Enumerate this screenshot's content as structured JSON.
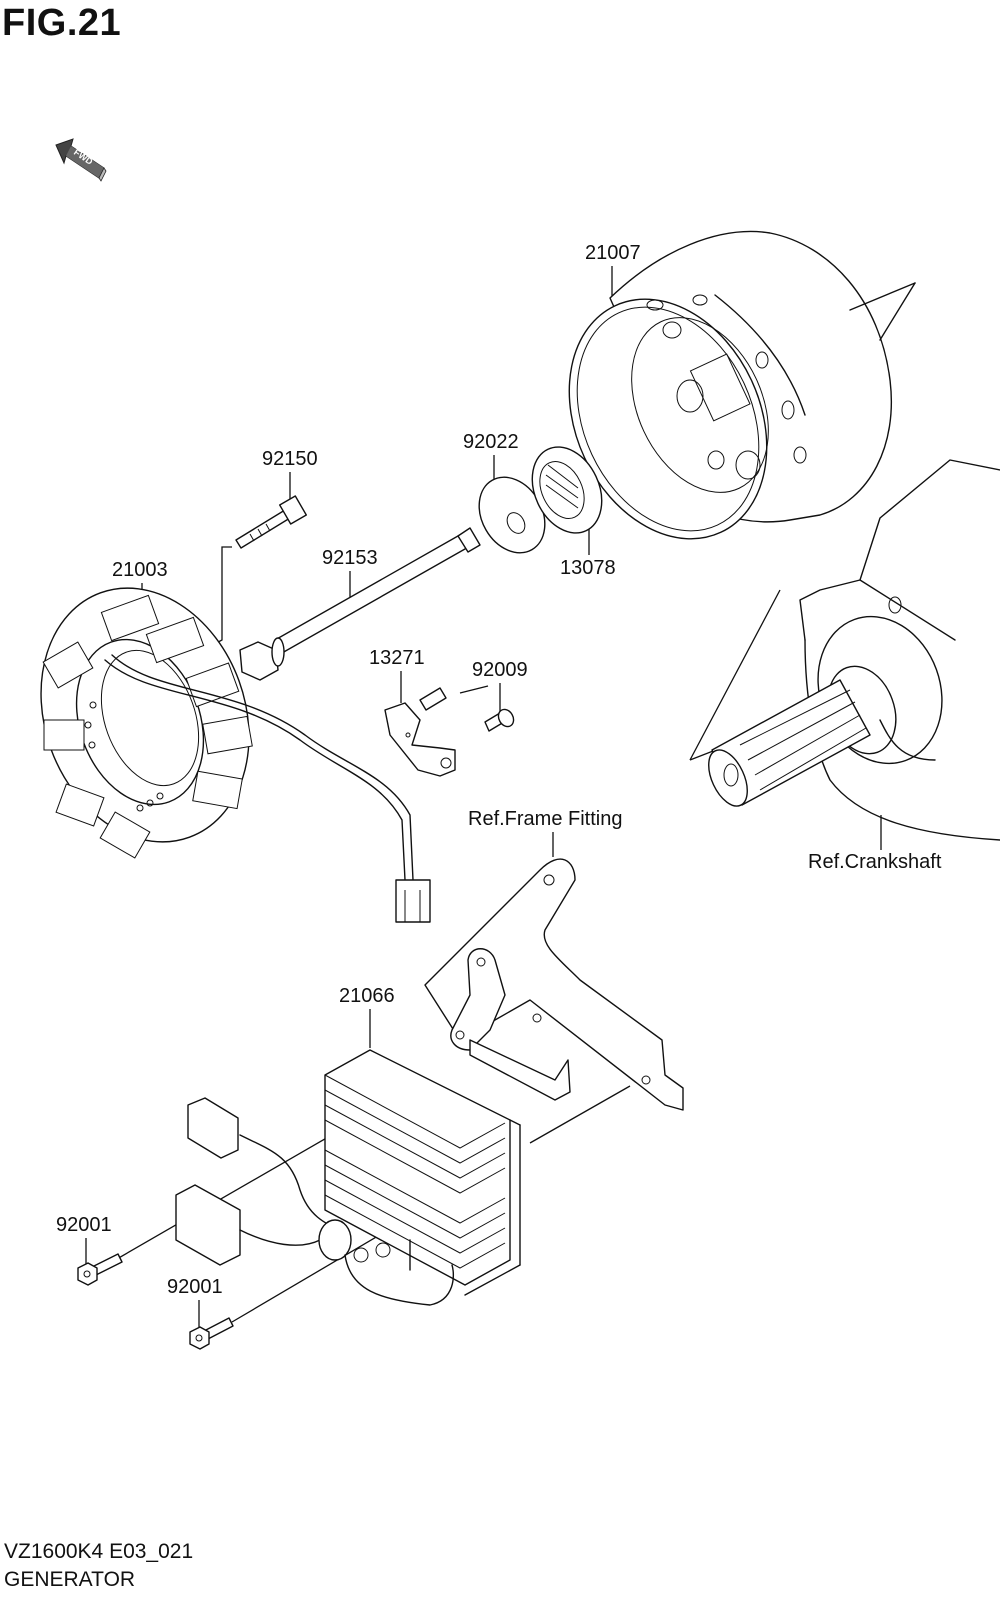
{
  "figure": {
    "title": "FIG.21",
    "model_code": "VZ1600K4 E03_021",
    "section_name": "GENERATOR",
    "orientation_marker": {
      "icon": "forward-arrow-icon",
      "label": "FWD"
    }
  },
  "callouts": [
    {
      "id": "21007",
      "part": "rotor"
    },
    {
      "id": "92022",
      "part": "washer"
    },
    {
      "id": "13078",
      "part": "starter-clutch-gear-key"
    },
    {
      "id": "92150",
      "part": "stator-bolt"
    },
    {
      "id": "92153",
      "part": "rotor-bolt"
    },
    {
      "id": "21003",
      "part": "stator"
    },
    {
      "id": "13271",
      "part": "wire-clamp"
    },
    {
      "id": "92009",
      "part": "clamp-screw"
    },
    {
      "id": "21066",
      "part": "regulator-rectifier"
    },
    {
      "id": "92001",
      "part": "regulator-bolt-upper"
    },
    {
      "id": "92001",
      "part": "regulator-bolt-lower"
    }
  ],
  "references": [
    {
      "label": "Ref.Frame Fitting"
    },
    {
      "label": "Ref.Crankshaft"
    }
  ]
}
